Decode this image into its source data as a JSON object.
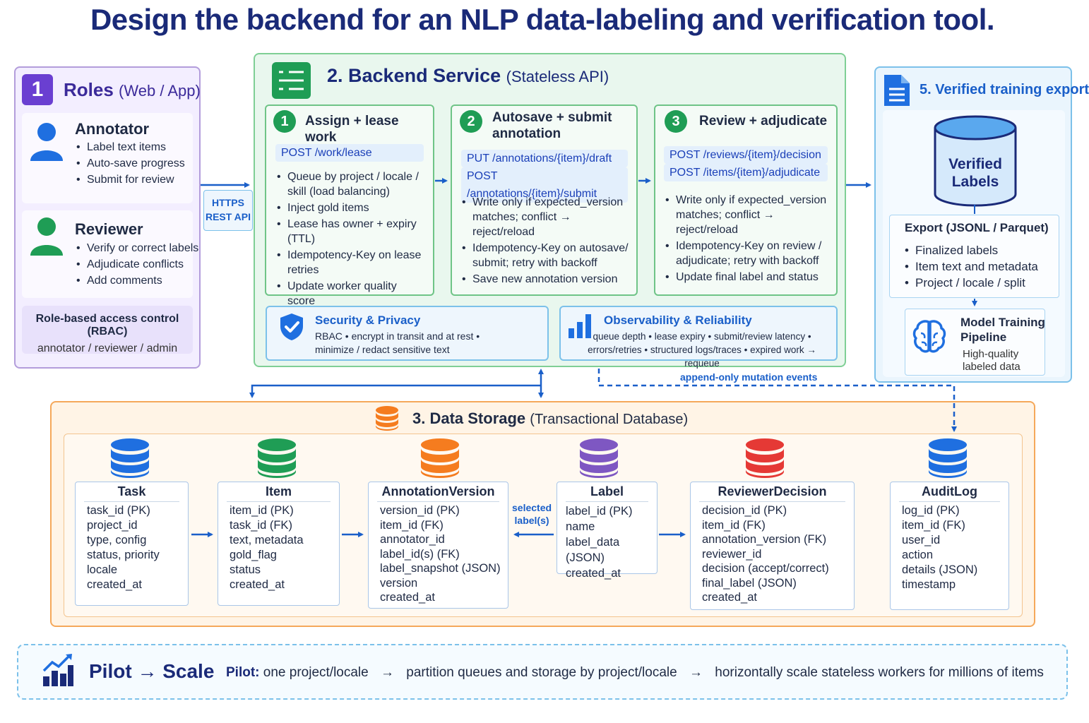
{
  "title": "Design the backend for an NLP data-labeling and verification tool.",
  "roles": {
    "number": "1",
    "title": "Roles",
    "subtitle": "(Web / App)",
    "annotator": {
      "name": "Annotator",
      "items": [
        "Label text items",
        "Auto-save progress",
        "Submit for review"
      ]
    },
    "reviewer": {
      "name": "Reviewer",
      "items": [
        "Verify or correct labels",
        "Adjudicate conflicts",
        "Add comments"
      ]
    },
    "rbac": {
      "title": "Role-based access control (RBAC)",
      "roles": "annotator / reviewer / admin"
    }
  },
  "https": {
    "line1": "HTTPS",
    "line2": "REST API"
  },
  "backend": {
    "title": "2. Backend Service",
    "subtitle": "(Stateless API)",
    "steps": [
      {
        "number": "1",
        "title": "Assign + lease work",
        "endpoints": [
          "POST /work/lease"
        ],
        "items": [
          "Queue by project / locale / skill (load balancing)",
          "Inject gold items",
          "Lease has owner + expiry (TTL)",
          "Idempotency-Key on lease retries",
          "Update worker quality score"
        ]
      },
      {
        "number": "2",
        "title": "Autosave + submit annotation",
        "endpoints": [
          "PUT /annotations/{item}/draft",
          "POST /annotations/{item}/submit"
        ],
        "items": [
          "Write only if expected_version matches; conflict → reject/reload",
          "Idempotency-Key on autosave/ submit; retry with backoff",
          "Save new annotation version"
        ]
      },
      {
        "number": "3",
        "title": "Review + adjudicate",
        "endpoints": [
          "POST /reviews/{item}/decision",
          "POST /items/{item}/adjudicate"
        ],
        "items": [
          "Write only if expected_version matches; conflict → reject/reload",
          "Idempotency-Key on review / adjudicate; retry with backoff",
          "Update final label and status"
        ]
      }
    ],
    "security": {
      "title": "Security & Privacy",
      "line1": "RBAC • encrypt in transit and at rest •",
      "line2": "minimize / redact sensitive text"
    },
    "observability": {
      "title": "Observability & Reliability",
      "line1": "queue depth • lease expiry • submit/review latency •",
      "line2": "errors/retries • structured logs/traces • expired work → requeue"
    }
  },
  "export": {
    "title": "5. Verified training export",
    "db_line1": "Verified",
    "db_line2": "Labels",
    "box_title": "Export (JSONL / Parquet)",
    "items": [
      "Finalized labels",
      "Item text and metadata",
      "Project / locale / split"
    ],
    "pipeline_line1": "Model Training",
    "pipeline_line2": "Pipeline",
    "pipeline_sub1": "High-quality",
    "pipeline_sub2": "labeled data"
  },
  "append_label": "append-only mutation events",
  "storage": {
    "title": "3. Data Storage",
    "subtitle": "(Transactional Database)",
    "selected_line1": "selected",
    "selected_line2": "label(s)",
    "entities": [
      {
        "name": "Task",
        "color": "#1f6fe0",
        "fields": [
          "task_id (PK)",
          "project_id",
          "type, config",
          "status, priority",
          "locale",
          "created_at"
        ]
      },
      {
        "name": "Item",
        "color": "#1f9d55",
        "fields": [
          "item_id (PK)",
          "task_id (FK)",
          "text, metadata",
          "gold_flag",
          "status",
          "created_at"
        ]
      },
      {
        "name": "AnnotationVersion",
        "color": "#f57c1f",
        "fields": [
          "version_id (PK)",
          "item_id (FK)",
          "annotator_id",
          "label_id(s) (FK)",
          "label_snapshot (JSON)",
          "version",
          "created_at"
        ]
      },
      {
        "name": "Label",
        "color": "#7e57c2",
        "fields": [
          "label_id (PK)",
          "name",
          "label_data (JSON)",
          "created_at"
        ]
      },
      {
        "name": "ReviewerDecision",
        "color": "#e53935",
        "fields": [
          "decision_id (PK)",
          "item_id (FK)",
          "annotation_version (FK)",
          "reviewer_id",
          "decision (accept/correct)",
          "final_label (JSON)",
          "created_at"
        ]
      },
      {
        "name": "AuditLog",
        "color": "#1f6fe0",
        "fields": [
          "log_id (PK)",
          "item_id (FK)",
          "user_id",
          "action",
          "details (JSON)",
          "timestamp"
        ]
      }
    ]
  },
  "scale": {
    "title": "Pilot → Scale",
    "pilot_label": "Pilot:",
    "step1": "one project/locale",
    "step2": "partition queues and storage by project/locale",
    "step3": "horizontally scale stateless workers for millions of items",
    "arrow": "→"
  },
  "colors": {
    "navy": "#1a2a78",
    "blue": "#1a5fc9",
    "green": "#1f9d55",
    "purple": "#6a3fd1",
    "orange": "#f5a85a"
  }
}
